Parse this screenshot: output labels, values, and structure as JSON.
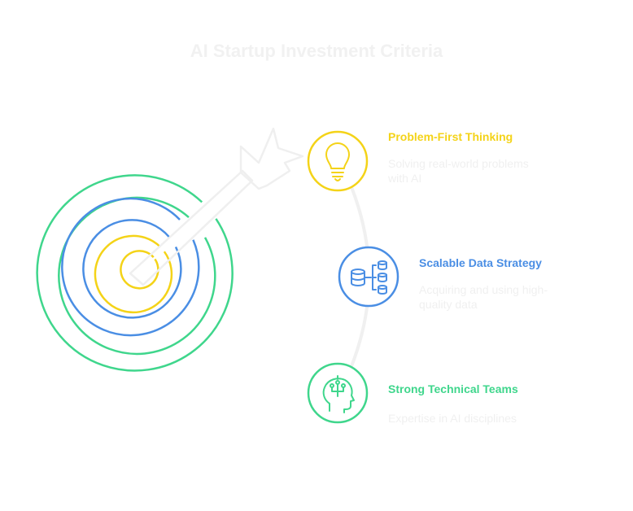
{
  "title": "AI Startup Investment Criteria",
  "colors": {
    "yellow": "#f4d318",
    "blue": "#4a8ee4",
    "green": "#3fd68c",
    "arrow": "#f2f2f2",
    "faint_text": "#f0f0f0"
  },
  "items": [
    {
      "title": "Problem-First Thinking",
      "description": "Solving real-world problems with AI",
      "icon": "lightbulb-icon",
      "color": "#f4d318"
    },
    {
      "title": "Scalable Data Strategy",
      "description": "Acquiring and using high-quality data",
      "icon": "database-network-icon",
      "color": "#4a8ee4"
    },
    {
      "title": "Strong Technical Teams",
      "description": "Expertise in AI disciplines",
      "icon": "brain-head-icon",
      "color": "#3fd68c"
    }
  ]
}
